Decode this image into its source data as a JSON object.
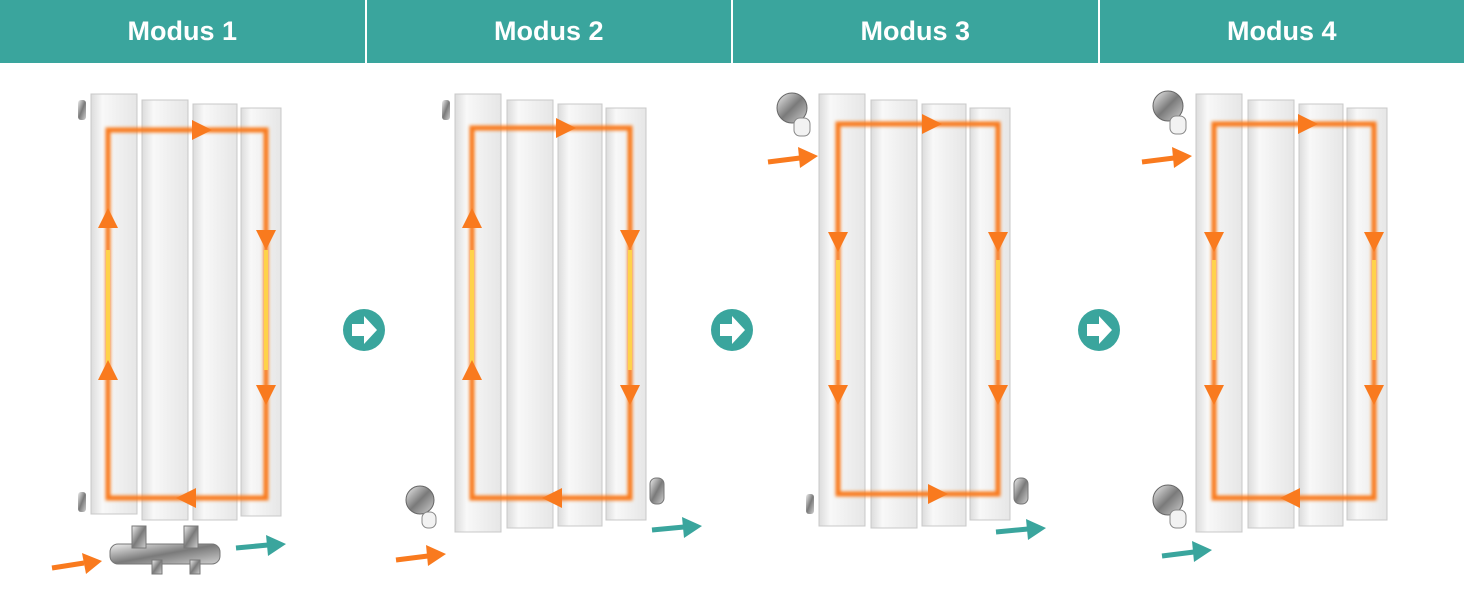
{
  "header": {
    "modes": [
      {
        "label": "Modus 1"
      },
      {
        "label": "Modus 2"
      },
      {
        "label": "Modus 3"
      },
      {
        "label": "Modus 4"
      }
    ]
  },
  "colors": {
    "header_bg": "#3aa59d",
    "header_text": "#ffffff",
    "flow_hot": "#f97a1e",
    "flow_warm": "#ffd24a",
    "return_flow": "#3aa59d",
    "panel": "#f4f4f4",
    "chrome": "#8c8c8c"
  },
  "icons": {
    "separator": "arrow-right-circle-icon",
    "inlet": "orange-arrow-icon",
    "outlet": "teal-arrow-icon",
    "valve": "chrome-valve-icon"
  }
}
